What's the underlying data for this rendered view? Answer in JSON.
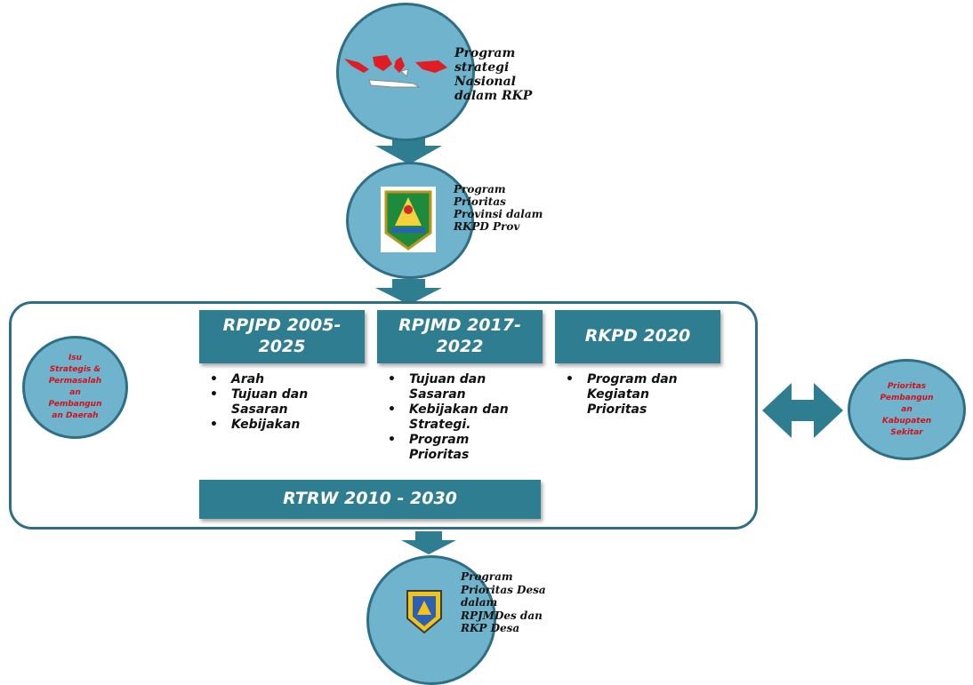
{
  "national": {
    "label": [
      "Program",
      "strategi",
      "Nasional",
      "dalam RKP"
    ]
  },
  "province": {
    "label": [
      "Program",
      "Prioritas",
      "Provinsi dalam",
      "RKPD Prov"
    ]
  },
  "desa": {
    "label": [
      "Program",
      "Prioritas Desa",
      "dalam",
      "RPJMDes dan",
      "RKP Desa"
    ]
  },
  "headers": {
    "rpjpd": "RPJPD 2005-2025",
    "rpjmd": "RPJMD 2017-2022",
    "rkpd": "RKPD 2020",
    "rtrw": "RTRW 2010 - 2030"
  },
  "lists": {
    "rpjpd": [
      "Arah",
      "Tujuan dan Sasaran",
      "Kebijakan"
    ],
    "rpjmd": [
      "Tujuan dan Sasaran",
      "Kebijakan dan Strategi.",
      "Program Prioritas"
    ],
    "rkpd": [
      "Program dan Kegiatan Prioritas"
    ]
  },
  "left_circle": {
    "label": [
      "Isu",
      "Strategis &",
      "Permasalah",
      "an",
      "Pembangun",
      "an Daerah"
    ]
  },
  "right_circle": {
    "label": [
      "Prioritas",
      "Pembangun",
      "an",
      "Kabupaten",
      "Sekitar"
    ]
  },
  "colors": {
    "teal": "#2e7d91",
    "circle_fill": "#6fb3cc",
    "circle_border": "#2f6f86",
    "red_text": "#d4111b"
  }
}
